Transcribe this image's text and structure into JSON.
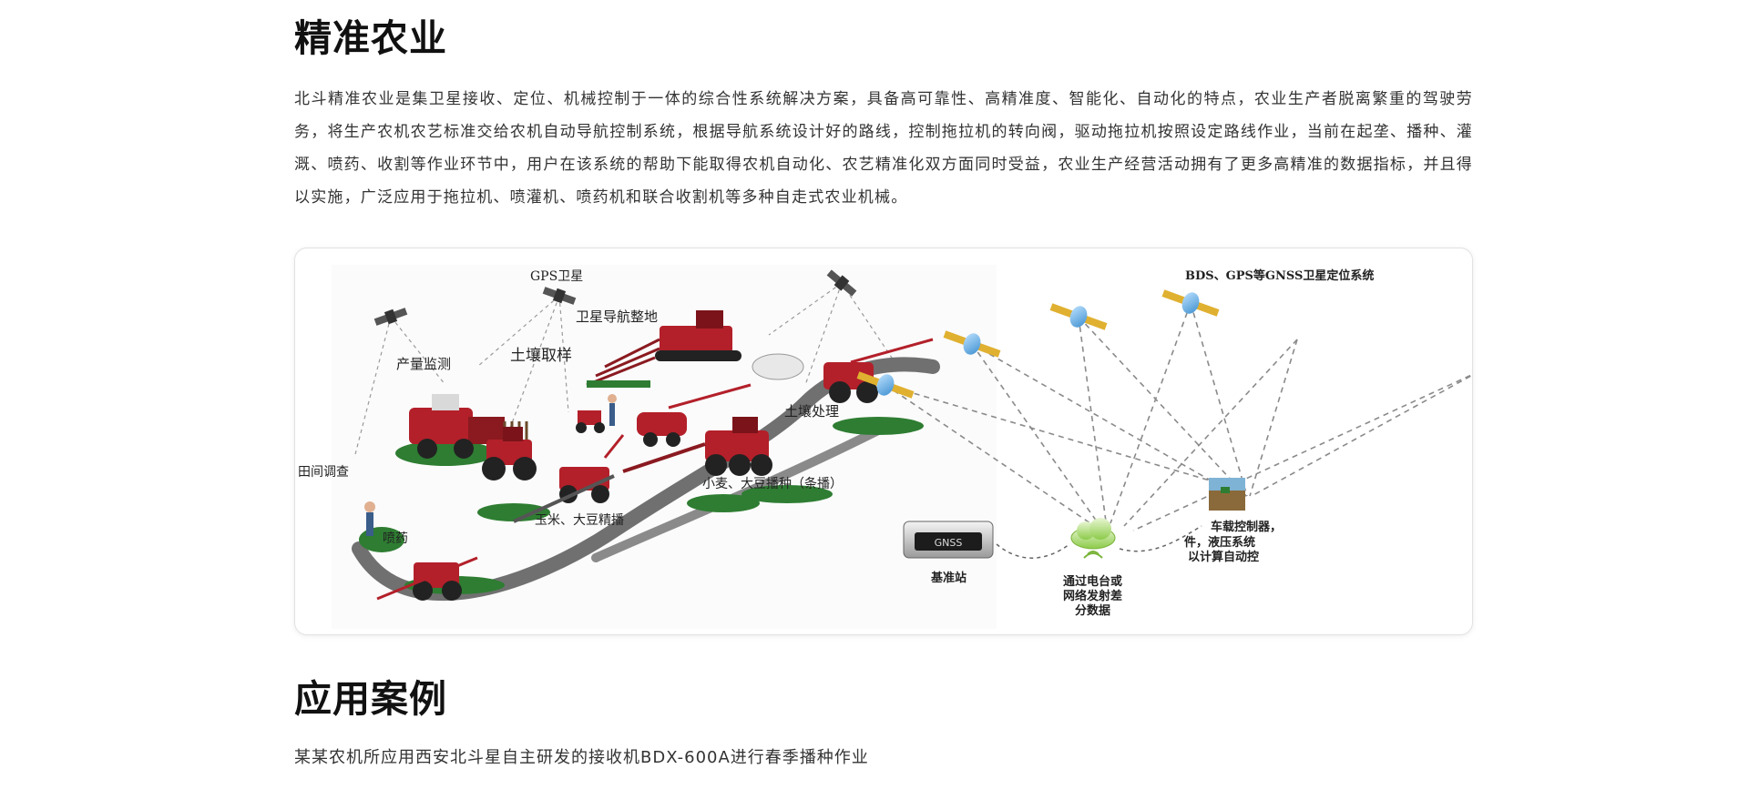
{
  "section1": {
    "title": "精准农业",
    "intro": "北斗精准农业是集卫星接收、定位、机械控制于一体的综合性系统解决方案，具备高可靠性、高精准度、智能化、自动化的特点，农业生产者脱离繁重的驾驶劳务，将生产农机农艺标准交给农机自动导航控制系统，根据导航系统设计好的路线，控制拖拉机的转向阀，驱动拖拉机按照设定路线作业，当前在起垄、播种、灌溉、喷药、收割等作业环节中，用户在该系统的帮助下能取得农机自动化、农艺精准化双方面同时受益，农业生产经营活动拥有了更多高精准的数据指标，并且得以实施，广泛应用于拖拉机、喷灌机、喷药机和联合收割机等多种自走式农业机械。"
  },
  "figure": {
    "left": {
      "gps_label": "GPS卫星",
      "nav_label": "卫星导航整地",
      "soil_sample": "土壤取样",
      "yield_monitor": "产量监测",
      "soil_treat": "土壤处理",
      "field_survey": "田间调查",
      "wheat_soy": "小麦、大豆播种（条播）",
      "corn_soy": "玉米、大豆精播",
      "spray": "喷药"
    },
    "right": {
      "gnss_title": "BDS、GPS等GNSS卫星定位系统",
      "base_station": "基准站",
      "device_text": "GNSS",
      "cloud_line1": "通过电台或",
      "cloud_line2": "网络发射差",
      "cloud_line3": "分数据",
      "controller_line1": "车载控制器，",
      "controller_line2": "件，液压系统",
      "controller_line3": "以计算自动控"
    }
  },
  "section2": {
    "title": "应用案例",
    "case_text": "某某农机所应用西安北斗星自主研发的接收机BDX-600A进行春季播种作业"
  },
  "colors": {
    "machine_red": "#b3202a",
    "field_green": "#2e7d32",
    "satellite_blue": "#5aa9e6",
    "panel_gold": "#e0b030",
    "path_gray": "#6b6b6b"
  }
}
